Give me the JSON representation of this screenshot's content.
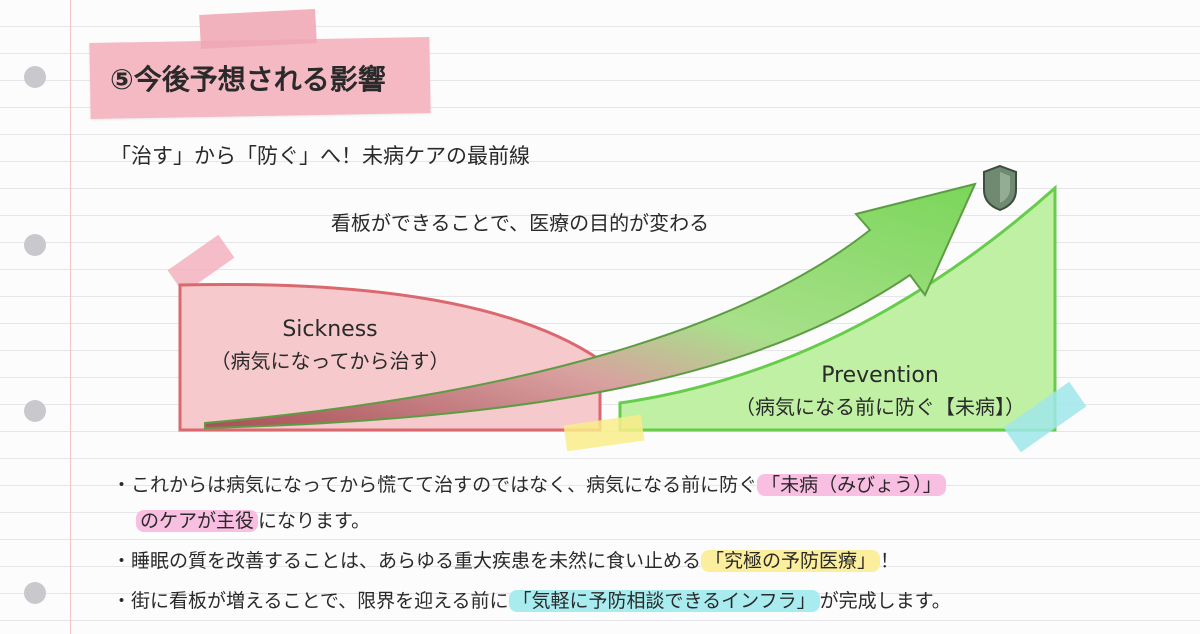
{
  "title": "⑤今後予想される影響",
  "subtitle": "「治す」から「防ぐ」へ！未病ケアの最前線",
  "diagram": {
    "caption": "看板ができることで、医療の目的が変わる",
    "sickness": {
      "label": "Sickness",
      "sublabel": "（病気になってから治す）"
    },
    "prevention": {
      "label": "Prevention",
      "sublabel": "（病気になる前に防ぐ【未病】）"
    },
    "icon": "shield-icon"
  },
  "bullets": [
    {
      "marker": "・",
      "pre": "これからは病気になってから慌てて治すのではなく、病気になる前に防ぐ",
      "highlight": "「未病（みびょう）」",
      "post": ""
    },
    {
      "marker": "",
      "pre": "",
      "highlight": "のケアが主役",
      "post": "になります。"
    },
    {
      "marker": "・",
      "pre": "睡眠の質を改善することは、あらゆる重大疾患を未然に食い止める",
      "highlight": "「究極の予防医療」",
      "post": "！"
    },
    {
      "marker": "・",
      "pre": "街に看板が増えることで、限界を迎える前に",
      "highlight": "「気軽に予防相談できるインフラ」",
      "post": "が完成します。"
    }
  ],
  "colors": {
    "pink_tape": "#f4b9c3",
    "sickness_fill": "#f6c9cc",
    "sickness_stroke": "#d9696e",
    "prevention_fill": "#bff0a4",
    "prevention_stroke": "#66cc4a",
    "arrow": "#7ad65a",
    "highlight_pink": "#f8bfe2",
    "highlight_yellow": "#fbee9d",
    "highlight_cyan": "#a9ecf0"
  }
}
